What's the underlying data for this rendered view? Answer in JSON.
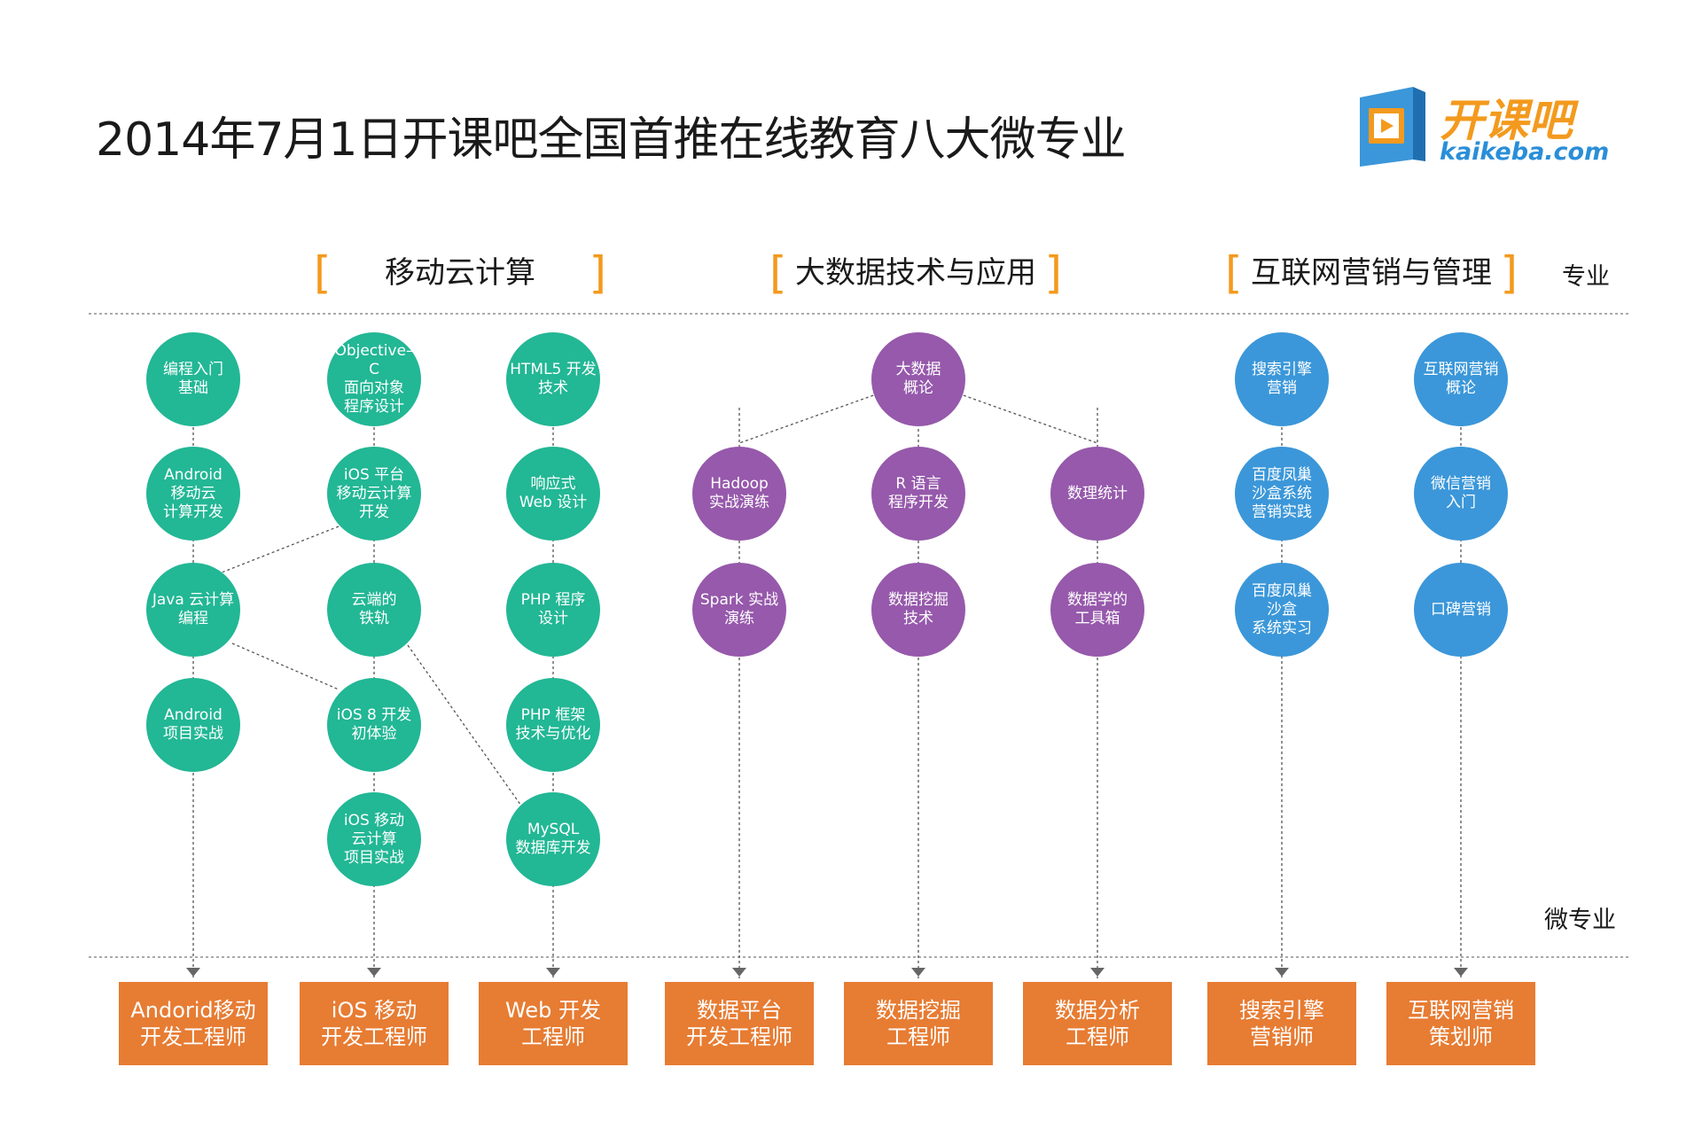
{
  "title": "2014年7月1日开课吧全国首推在线教育八大微专业",
  "logo": {
    "name": "开课吧",
    "url": "kaikeba.com"
  },
  "row_labels": {
    "major": "专业",
    "micro": "微专业"
  },
  "majors": [
    "移动云计算",
    "大数据技术与应用",
    "互联网营销与管理"
  ],
  "colors": {
    "orange": "#f39a1e",
    "career": "#e77c33",
    "green": "#22b795",
    "purple": "#9659ab",
    "blue": "#3b97d9"
  },
  "columns": [
    {
      "color": "green",
      "nodes": [
        "编程入门\n基础",
        "Android\n移动云\n计算开发",
        "Java 云计算\n编程",
        "Android\n项目实战"
      ],
      "career": "Andorid移动\n开发工程师"
    },
    {
      "color": "green",
      "nodes": [
        "Objective–C\n面向对象\n程序设计",
        "iOS 平台\n移动云计算\n开发",
        "云端的\n铁轨",
        "iOS 8 开发\n初体验",
        "iOS 移动\n云计算\n项目实战"
      ],
      "career": "iOS 移动\n开发工程师"
    },
    {
      "color": "green",
      "nodes": [
        "HTML5 开发\n技术",
        "响应式\nWeb 设计",
        "PHP 程序\n设计",
        "PHP 框架\n技术与优化",
        "MySQL\n数据库开发"
      ],
      "career": "Web 开发\n工程师"
    },
    {
      "color": "purple",
      "nodes": [
        "Hadoop\n实战演练",
        "Spark 实战\n演练"
      ],
      "career": "数据平台\n开发工程师"
    },
    {
      "color": "purple",
      "nodes": [
        "R 语言\n程序开发",
        "数据挖掘\n技术"
      ],
      "career": "数据挖掘\n工程师"
    },
    {
      "color": "purple",
      "nodes": [
        "数理统计",
        "数据学的\n工具箱"
      ],
      "career": "数据分析\n工程师"
    },
    {
      "color": "blue",
      "nodes": [
        "搜索引擎\n营销",
        "百度凤巢\n沙盒系统\n营销实践",
        "百度凤巢\n沙盒\n系统实习"
      ],
      "career": "搜索引擎\n营销师"
    },
    {
      "color": "blue",
      "nodes": [
        "互联网营销\n概论",
        "微信营销\n入门",
        "口碑营销"
      ],
      "career": "互联网营销\n策划师"
    }
  ],
  "shared_node": {
    "label": "大数据\n概论",
    "color": "purple"
  }
}
